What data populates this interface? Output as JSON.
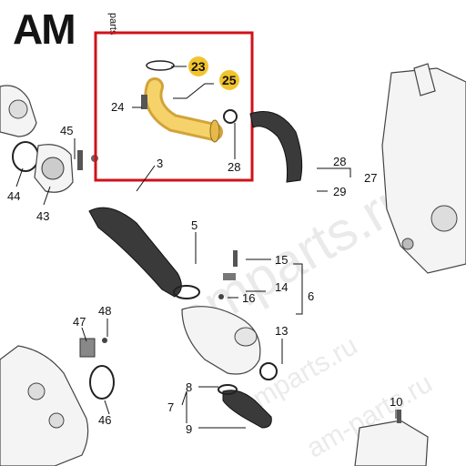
{
  "logo": {
    "main": "AM",
    "sub": "parts"
  },
  "watermarks": [
    "amparts.ru",
    "amparts.ru",
    "am-parts.ru"
  ],
  "highlight_color": "#d0121b",
  "accent_color": "#f2c42c",
  "callouts": {
    "p23": "23",
    "p25": "25",
    "p24": "24",
    "p28a": "28",
    "p45": "45",
    "p3": "3",
    "p44": "44",
    "p43": "43",
    "p5": "5",
    "p15": "15",
    "p14": "14",
    "p16": "16",
    "p6": "6",
    "p28b": "28",
    "p27": "27",
    "p29": "29",
    "p48": "48",
    "p47": "47",
    "p13": "13",
    "p8": "8",
    "p7": "7",
    "p9": "9",
    "p46": "46",
    "p10": "10"
  }
}
